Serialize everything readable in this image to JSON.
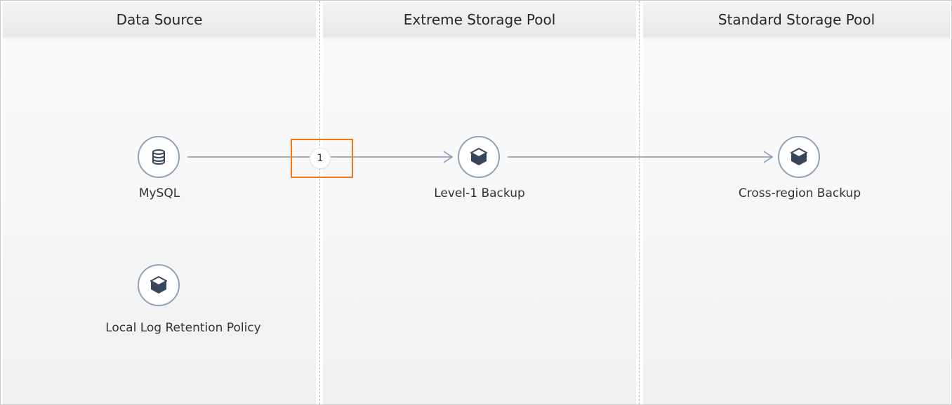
{
  "lanes": [
    {
      "title": "Data Source"
    },
    {
      "title": "Extreme Storage Pool"
    },
    {
      "title": "Standard Storage Pool"
    }
  ],
  "nodes": {
    "mysql": {
      "label": "MySQL",
      "icon": "database-icon"
    },
    "level1": {
      "label": "Level-1 Backup",
      "icon": "cube-icon"
    },
    "cross_region": {
      "label": "Cross-region Backup",
      "icon": "cube-icon"
    },
    "local_log": {
      "label": "Local Log Retention Policy",
      "icon": "cube-icon"
    }
  },
  "connector_badge": {
    "text": "1"
  },
  "colors": {
    "node_border": "#94a2b6",
    "icon_fill": "#37465a",
    "connector": "#8797ad",
    "highlight": "#f07a1a"
  }
}
